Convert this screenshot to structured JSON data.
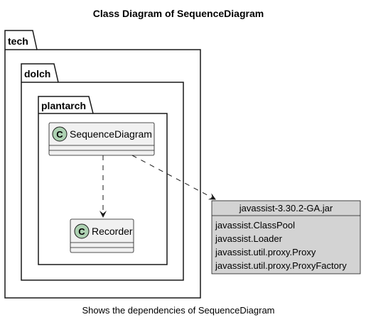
{
  "diagram": {
    "title": "Class Diagram of SequenceDiagram",
    "caption": "Shows the dependencies of SequenceDiagram"
  },
  "packages": {
    "outer": "tech",
    "middle": "dolch",
    "inner": "plantarch"
  },
  "classes": {
    "sequence_diagram": {
      "stereotype": "C",
      "name": "SequenceDiagram"
    },
    "recorder": {
      "stereotype": "C",
      "name": "Recorder"
    }
  },
  "jar": {
    "name": "javassist-3.30.2-GA.jar",
    "items": [
      "javassist.ClassPool",
      "javassist.Loader",
      "javassist.util.proxy.Proxy",
      "javassist.util.proxy.ProxyFactory"
    ]
  },
  "colors": {
    "class_fill": "#f1f1f1",
    "stereotype_circle": "#add1b2",
    "jar_fill": "#d3d3d3",
    "border": "#181818"
  }
}
